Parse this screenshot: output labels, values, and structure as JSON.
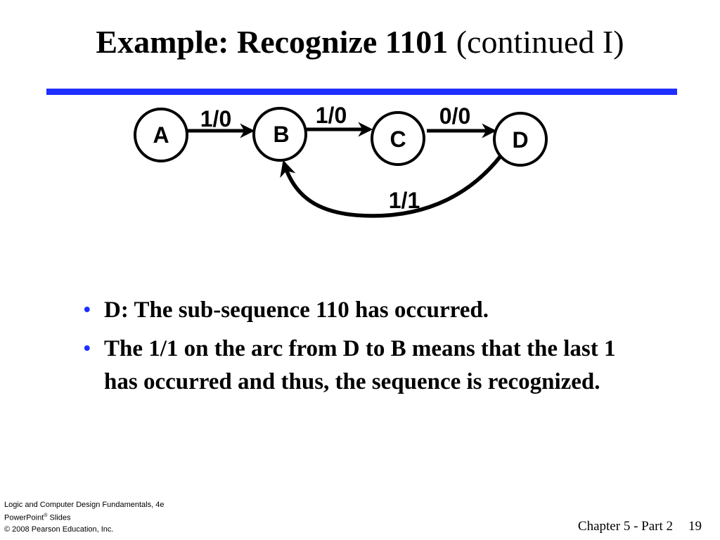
{
  "slide": {
    "title": {
      "main": "Example: Recognize 1101",
      "suffix": "(continued I)"
    },
    "diagram": {
      "states": [
        "A",
        "B",
        "C",
        "D"
      ],
      "transitions": [
        {
          "from": "A",
          "to": "B",
          "label": "1/0"
        },
        {
          "from": "B",
          "to": "C",
          "label": "1/0"
        },
        {
          "from": "C",
          "to": "D",
          "label": "0/0"
        },
        {
          "from": "D",
          "to": "B",
          "label": "1/1"
        }
      ]
    },
    "bullets": [
      "D:  The sub-sequence 110 has occurred.",
      "The 1/1 on the arc from D to B means that the last 1 has occurred and thus, the sequence is recognized."
    ],
    "bullet_symbol": "•",
    "credits": {
      "line1": "Logic and Computer Design Fundamentals, 4e",
      "line2_pre": "PowerPoint",
      "line2_reg": "®",
      "line2_post": " Slides",
      "line3": "© 2008 Pearson Education, Inc."
    },
    "footer": {
      "chapter": "Chapter 5 - Part 2",
      "page": "19"
    }
  },
  "colors": {
    "accent": "#1f2fff",
    "text": "#000000",
    "background": "#ffffff"
  }
}
